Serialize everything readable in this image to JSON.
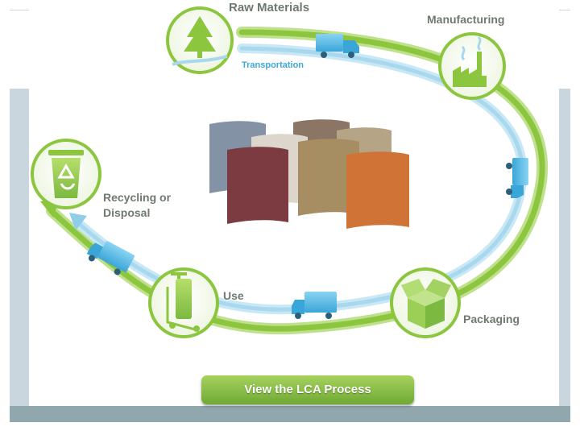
{
  "stages": {
    "raw_materials": "Raw Materials",
    "manufacturing": "Manufacturing",
    "transportation": "Transportation",
    "recycling_line1": "Recycling or",
    "recycling_line2": "Disposal",
    "use": "Use",
    "packaging": "Packaging"
  },
  "button": {
    "label": "View the LCA Process"
  },
  "icons": {
    "raw_materials": "tree-icon",
    "manufacturing": "factory-icon",
    "packaging": "open-box-icon",
    "use": "vacuum-cleaner-icon",
    "recycling": "recycle-bin-icon",
    "transport": "truck-icon",
    "center": "carpet-samples-image"
  },
  "colors": {
    "green_ring": "#8cc63f",
    "blue_ring": "#a9d8ee",
    "truck_blue": "#4ab3e2",
    "label_gray": "#6e7a70",
    "transport_blue": "#3ea8d6"
  }
}
